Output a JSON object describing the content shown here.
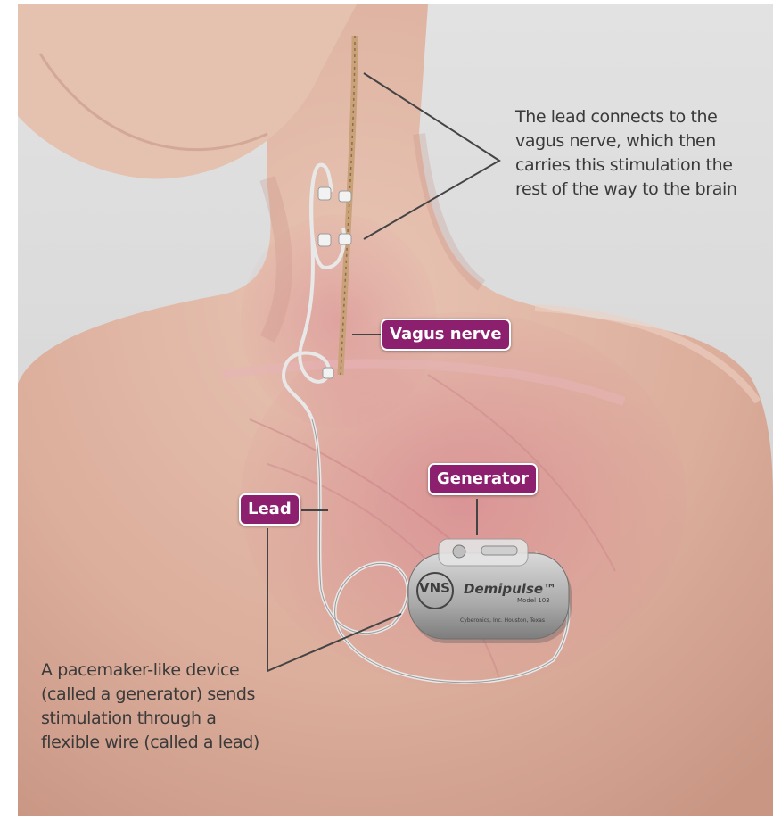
{
  "callouts": {
    "top": "The lead connects to the\nvagus nerve, which then\ncarries this stimulation the\nrest of the way to the brain",
    "bottom": "A pacemaker-like device\n(called a generator) sends\nstimulation through a\nflexible wire (called a lead)"
  },
  "labels": {
    "vagus": "Vagus nerve",
    "generator": "Generator",
    "lead": "Lead"
  },
  "device": {
    "logo": "VNS",
    "brand": "Demipulse™",
    "model": "Model 103",
    "maker": "Cyberonics, Inc.   Houston, Texas"
  },
  "colors": {
    "label_fill": "#8c1f6e",
    "label_text": "#ffffff",
    "callout_text": "#3a3a3a",
    "background": "#d9d9d9",
    "skin": "#e3b9a8"
  }
}
